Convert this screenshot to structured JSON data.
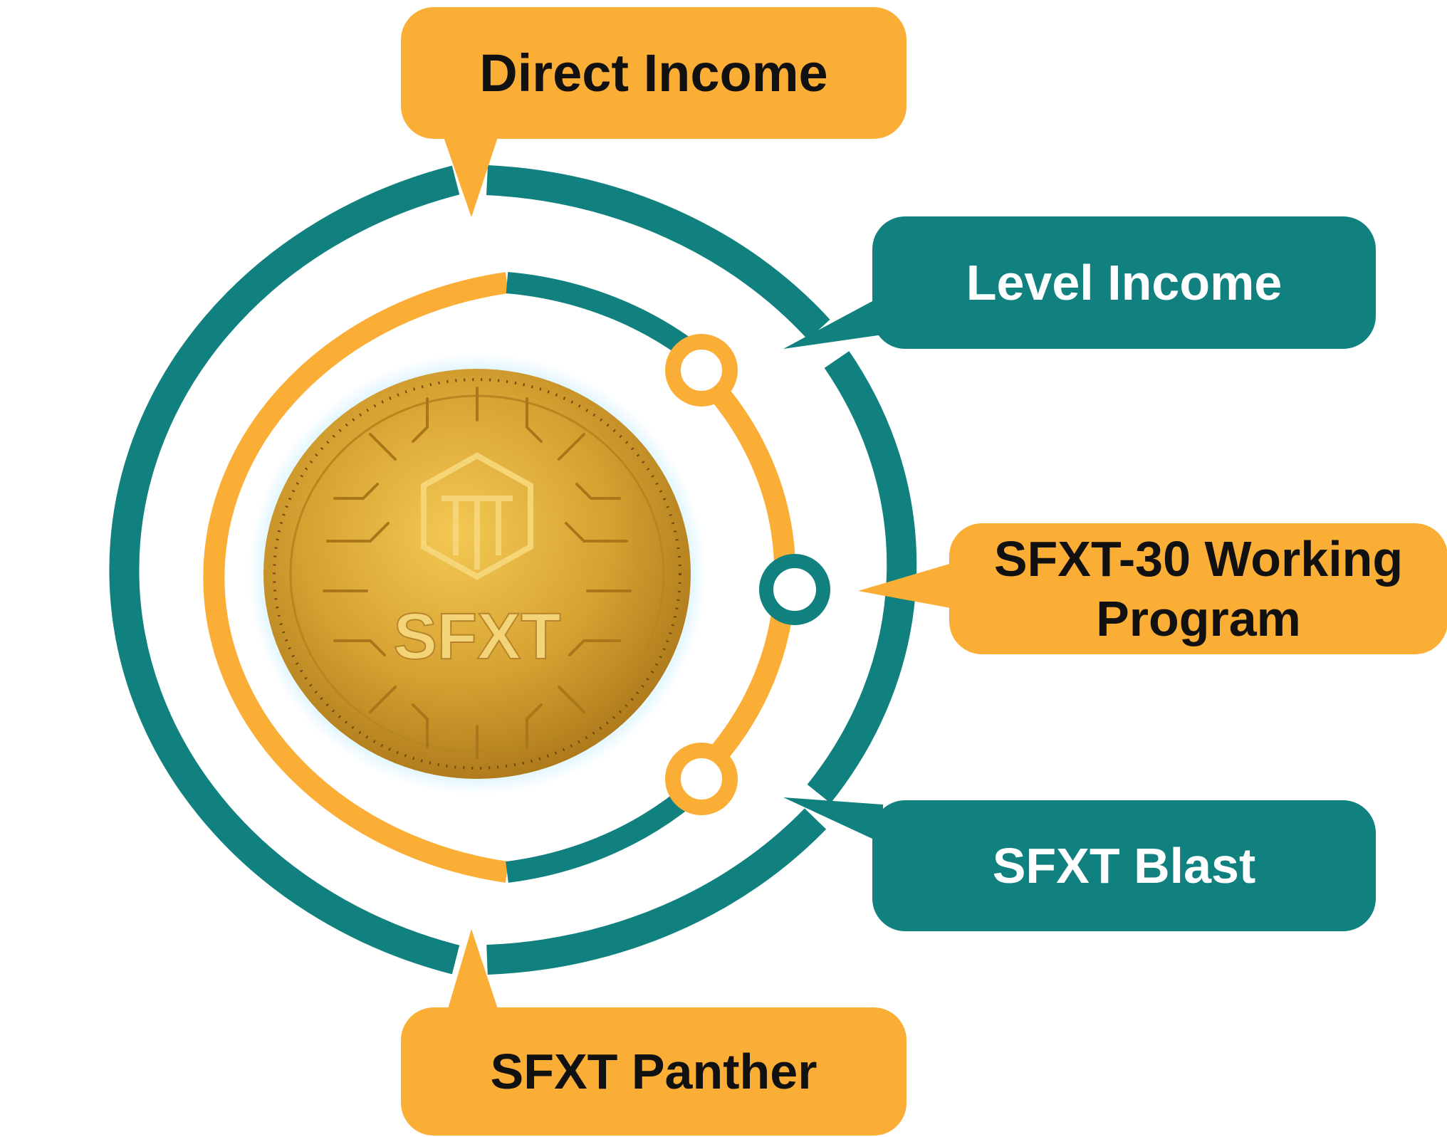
{
  "diagram": {
    "center_coin": {
      "text": "SFXT"
    },
    "nodes": [
      {
        "id": "direct",
        "label": "Direct Income",
        "color": "#FBAE35"
      },
      {
        "id": "level",
        "label": "Level Income",
        "color": "#10817F"
      },
      {
        "id": "sfxt30",
        "label": "SFXT-30 Working Program",
        "color": "#FBAE35"
      },
      {
        "id": "blast",
        "label": "SFXT Blast",
        "color": "#10817F"
      },
      {
        "id": "panther",
        "label": "SFXT Panther",
        "color": "#FBAE35"
      }
    ]
  },
  "colors": {
    "teal": "#10817F",
    "orange": "#FBAE35",
    "gold": "#D9A637"
  }
}
